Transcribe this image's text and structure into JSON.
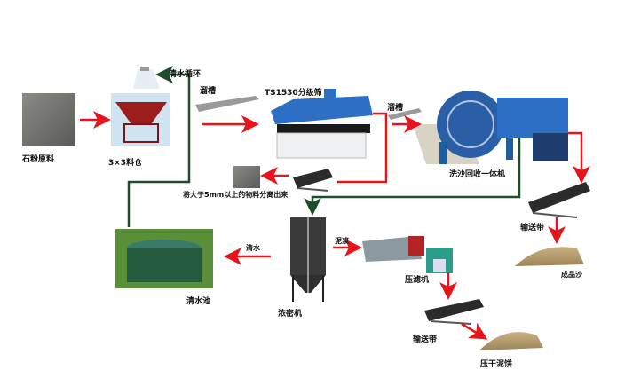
{
  "colors": {
    "flow": "#e8141c",
    "water": "#1e4d2b"
  },
  "labels": {
    "raw_material": "石粉原料",
    "bin": "3×3料仓",
    "water_cycle": "清水循环",
    "chute1": "溜槽",
    "screen": "TS1530分级筛",
    "chute2": "溜槽",
    "washer": "洗沙回收一体机",
    "separate_note": "将大于5mm以上的物料分离出来",
    "conveyor1": "输送带",
    "finished_sand": "成品沙",
    "thickener": "浓密机",
    "clear_water": "清水",
    "clear_pool": "清水池",
    "slurry": "泥浆",
    "filter_press": "压滤机",
    "conveyor2": "输送带",
    "filter_cake": "压干泥饼"
  }
}
